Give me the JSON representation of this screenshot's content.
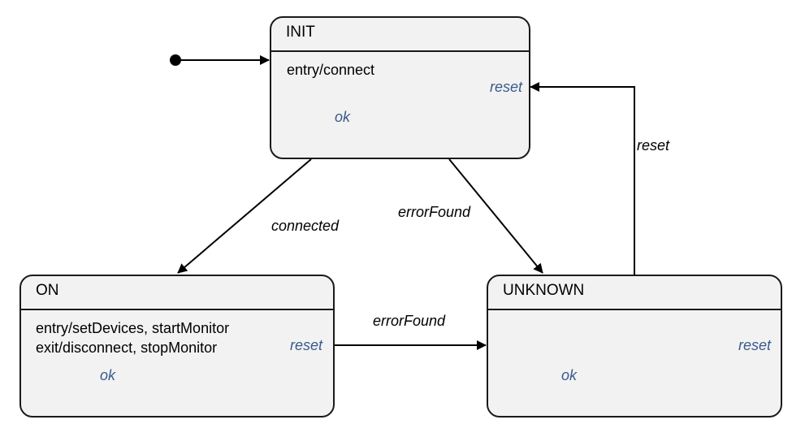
{
  "colors": {
    "state_fill": "#f2f2f2",
    "state_border": "#1a1a1a",
    "internal_transition": "#3a5a8c",
    "edge": "#000000"
  },
  "states": {
    "init": {
      "name": "INIT",
      "entry": "entry/connect",
      "internal_reset": "reset",
      "internal_ok": "ok"
    },
    "on": {
      "name": "ON",
      "entry": "entry/setDevices, startMonitor",
      "exit": "exit/disconnect, stopMonitor",
      "internal_reset": "reset",
      "internal_ok": "ok"
    },
    "unknown": {
      "name": "UNKNOWN",
      "internal_reset": "reset",
      "internal_ok": "ok"
    }
  },
  "transitions": {
    "init_to_on": "connected",
    "init_to_unknown": "errorFound",
    "on_to_unknown": "errorFound",
    "unknown_to_init": "reset"
  }
}
